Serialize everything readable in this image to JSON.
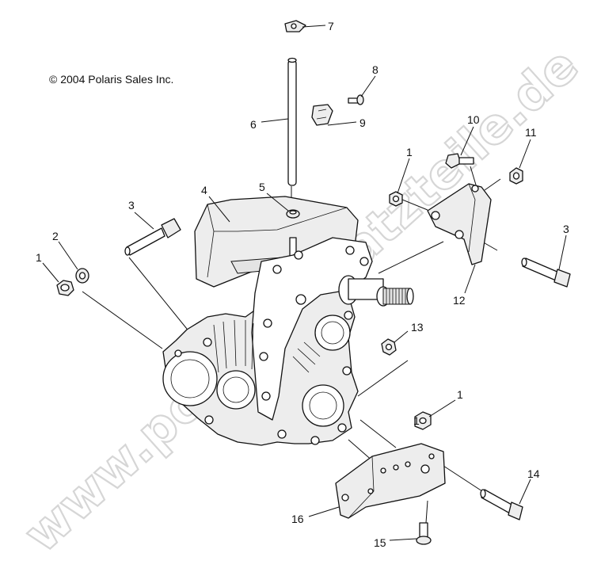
{
  "copyright": "© 2004 Polaris Sales Inc.",
  "watermark": "www.polarisersatzteile.de",
  "callouts": [
    "1",
    "2",
    "1",
    "3",
    "4",
    "5",
    "6",
    "7",
    "8",
    "9",
    "10",
    "1",
    "11",
    "3",
    "12",
    "13",
    "1",
    "14",
    "16",
    "15"
  ]
}
